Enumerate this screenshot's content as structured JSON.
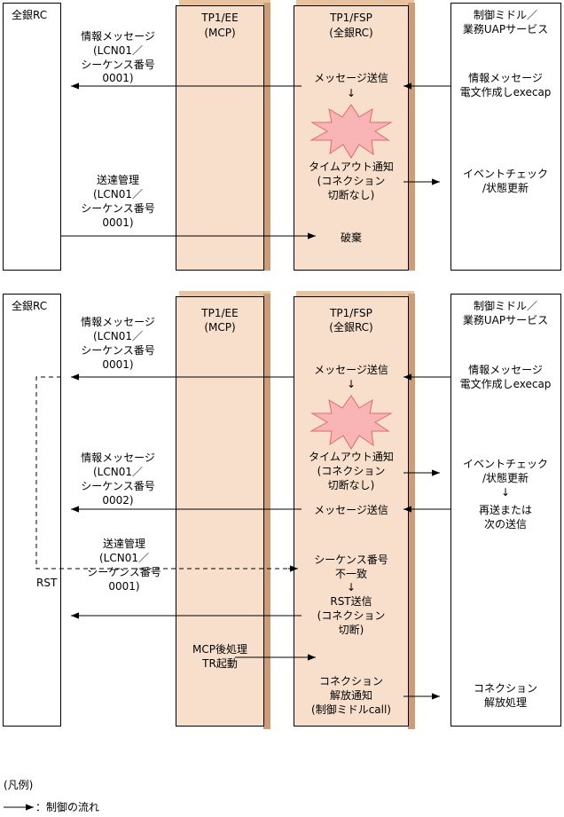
{
  "panel1": {
    "left_title": "全銀RC",
    "ee_title": [
      "TP1/EE",
      "(MCP)"
    ],
    "fsp_title": [
      "TP1/FSP",
      "(全銀RC)"
    ],
    "right_title": [
      "制御ミドル／",
      "業務UAPサービス"
    ],
    "info_msg_label": [
      "情報メッセージ",
      "(LCN01／",
      "シーケンス番号",
      "0001)"
    ],
    "msg_send": "メッセージ送信",
    "down_arrow": "↓",
    "info_create": [
      "情報メッセージ",
      "電文作成しexecap"
    ],
    "timeout": [
      "タイムアウト通知",
      "(コネクション",
      "切断なし)"
    ],
    "event_check": [
      "イベントチェック",
      "/状態更新"
    ],
    "ack_label": [
      "送達管理",
      "(LCN01／",
      "シーケンス番号",
      "0001)"
    ],
    "discard": "破棄"
  },
  "panel2": {
    "left_title": "全銀RC",
    "ee_title": [
      "TP1/EE",
      "(MCP)"
    ],
    "fsp_title": [
      "TP1/FSP",
      "(全銀RC)"
    ],
    "right_title": [
      "制御ミドル／",
      "業務UAPサービス"
    ],
    "info_msg_label_1": [
      "情報メッセージ",
      "(LCN01／",
      "シーケンス番号",
      "0001)"
    ],
    "msg_send_1": "メッセージ送信",
    "down_arrow": "↓",
    "info_create": [
      "情報メッセージ",
      "電文作成しexecap"
    ],
    "timeout": [
      "タイムアウト通知",
      "(コネクション",
      "切断なし)"
    ],
    "event_check": [
      "イベントチェック",
      "/状態更新",
      "↓",
      "再送または",
      "次の送信"
    ],
    "info_msg_label_2": [
      "情報メッセージ",
      "(LCN01／",
      "シーケンス番号",
      "0002)"
    ],
    "msg_send_2": "メッセージ送信",
    "ack_label": [
      "送達管理",
      "(LCN01／",
      "シーケンス番号",
      "0001)"
    ],
    "rst": "RST",
    "seq_mismatch": [
      "シーケンス番号",
      "不一致",
      "↓",
      "RST送信",
      "(コネクション",
      "切断)"
    ],
    "mcp_post": [
      "MCP後処理",
      "TR起動"
    ],
    "conn_release_notice": [
      "コネクション",
      "解放通知",
      "(制御ミドルcall)"
    ],
    "conn_release": [
      "コネクション",
      "解放処理"
    ]
  },
  "legend": {
    "title": "(凡例)",
    "flow_label": "：制御の流れ"
  }
}
